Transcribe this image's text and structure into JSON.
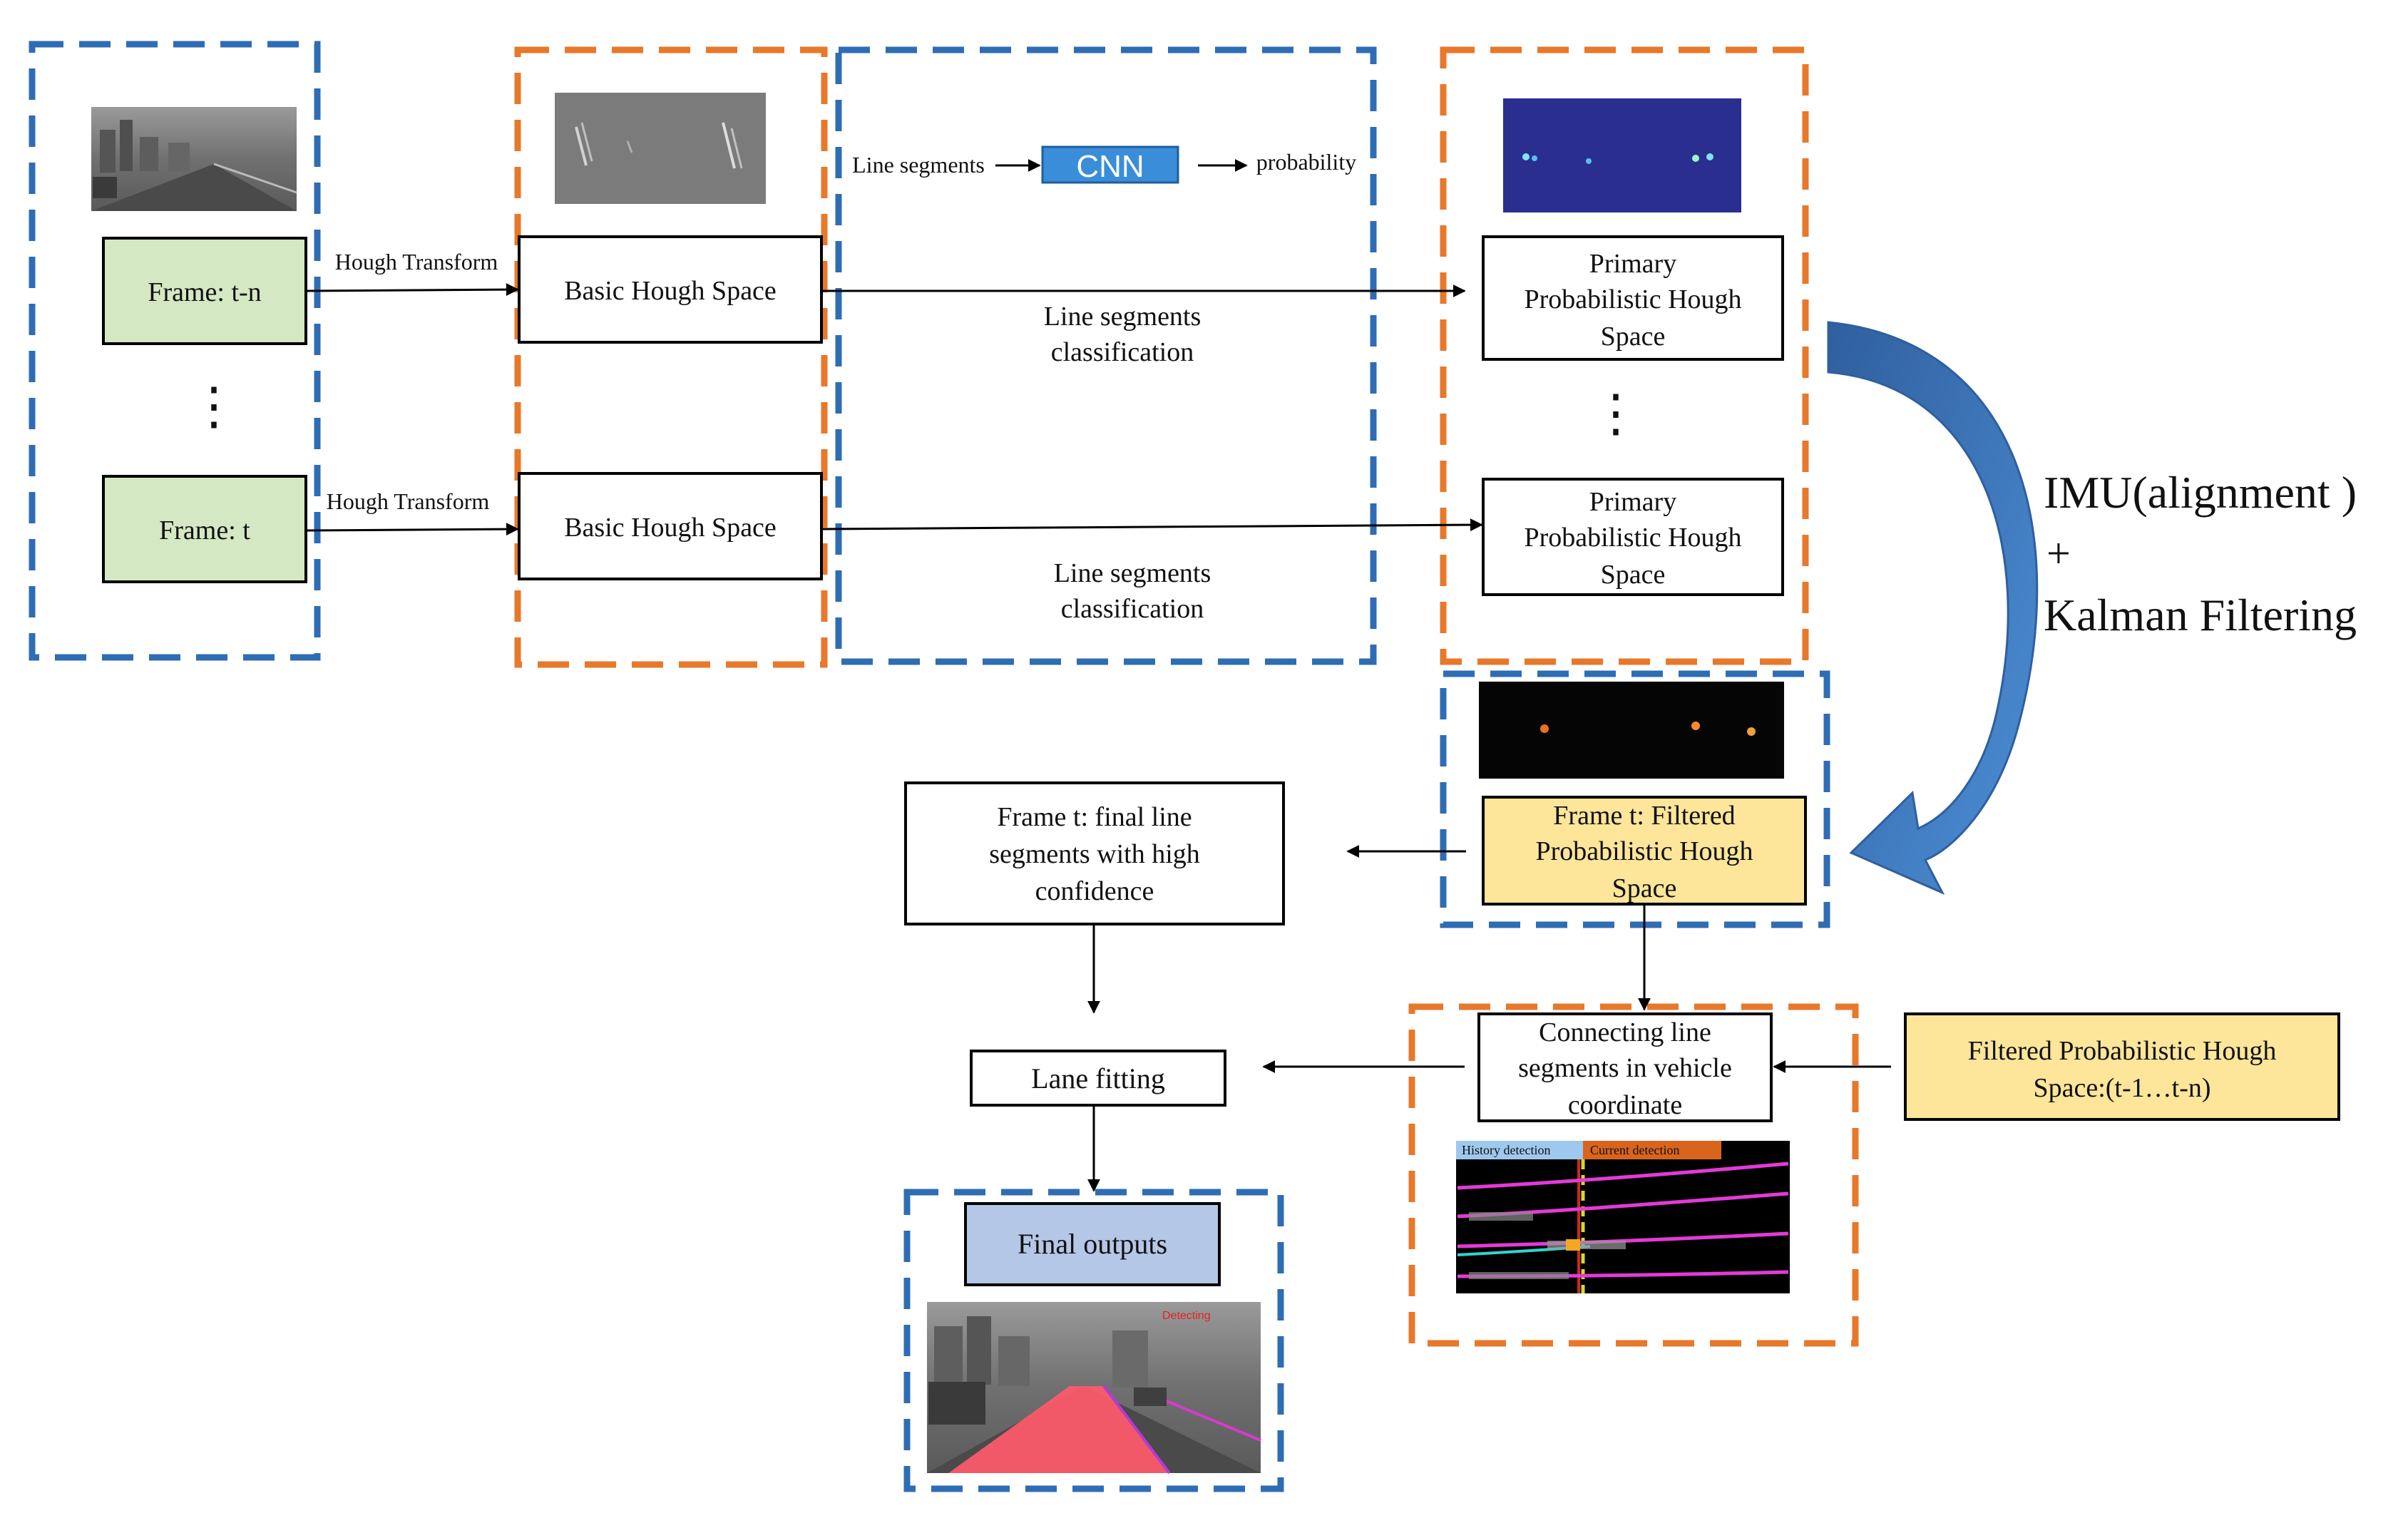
{
  "frames": {
    "top": "Frame: t-n",
    "bottom": "Frame: t",
    "ellipsis": "⋮"
  },
  "hough_transform": {
    "top": "Hough Transform",
    "bottom": "Hough Transform"
  },
  "basic_hough": {
    "top": "Basic Hough Space",
    "bottom": "Basic Hough Space"
  },
  "cnn": {
    "input_label": "Line segments",
    "box_label": "CNN",
    "output_label": "probability"
  },
  "classification": {
    "top_line1": "Line segments",
    "top_line2": "classification",
    "bottom_line1": "Line segments",
    "bottom_line2": "classification"
  },
  "primary_hough": {
    "top_line1": "Primary",
    "top_line2": "Probabilistic Hough",
    "top_line3": "Space",
    "bottom_line1": "Primary",
    "bottom_line2": "Probabilistic Hough",
    "bottom_line3": "Space",
    "ellipsis": "⋮"
  },
  "imu": {
    "line1": "IMU(alignment )",
    "line2": "+",
    "line3": "Kalman Filtering"
  },
  "filtered": {
    "line1": "Frame t: Filtered",
    "line2": "Probabilistic Hough",
    "line3": "Space"
  },
  "final_segments": {
    "line1": "Frame t: final  line",
    "line2": "segments with high",
    "line3": "confidence"
  },
  "connecting": {
    "line1": "Connecting line",
    "line2": "segments in vehicle",
    "line3": "coordinate",
    "history_label": "History detection",
    "current_label": "Current detection"
  },
  "history_filtered": {
    "line1": "Filtered Probabilistic Hough",
    "line2": "Space:(t-1…t-n)"
  },
  "lane_fitting": "Lane fitting",
  "final_outputs": {
    "label": "Final outputs",
    "overlay": "Detecting"
  },
  "colors": {
    "blue_dash": "#2e6db4",
    "orange_dash": "#e8782a",
    "green_box": "#d5e8c4",
    "yellow_box": "#fde59a",
    "cnn_blue": "#3a8dd8",
    "final_box": "#b4c7e7",
    "curve_arrow": "#3f7cc0"
  }
}
